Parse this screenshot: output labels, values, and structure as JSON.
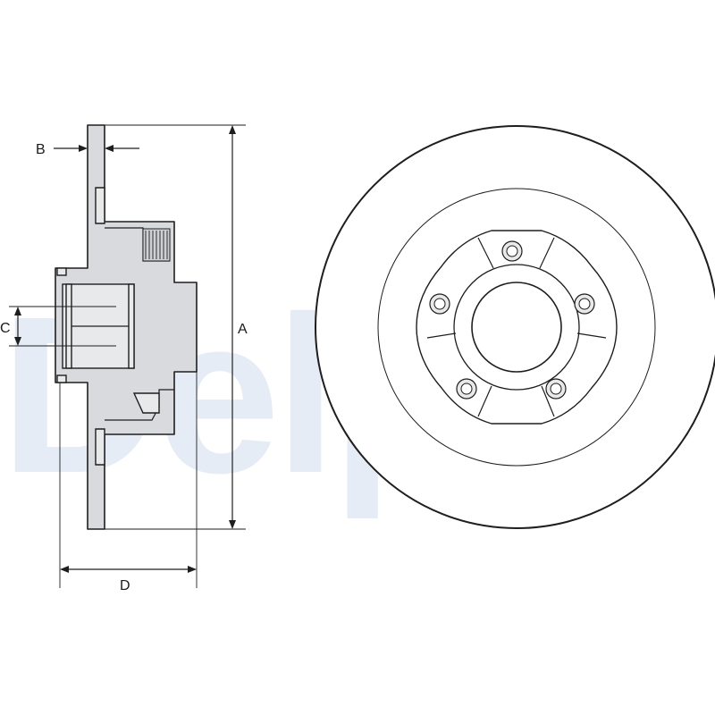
{
  "watermark": {
    "text": "Delphi"
  },
  "dimensions": {
    "A": "A",
    "B": "B",
    "C": "C",
    "D": "D"
  },
  "colors": {
    "part_fill": "#d9dadd",
    "outline": "#1e1e1e",
    "watermark": "#e6ecf5"
  }
}
